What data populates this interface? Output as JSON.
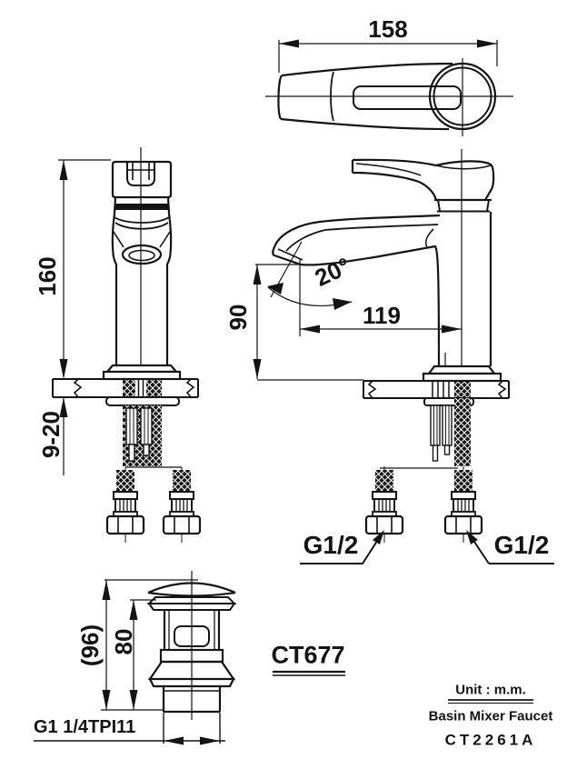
{
  "faucet_views": {
    "handle_length": "158",
    "total_height": "160",
    "deck_thickness": "9-20",
    "spout_angle": "20°",
    "spout_height": "90",
    "spout_reach": "119",
    "inlet_left": "G1/2",
    "inlet_right": "G1/2"
  },
  "drain_view": {
    "model": "CT677",
    "overall_height": "(96)",
    "body_height": "80",
    "thread": "G1 1/4TPI11"
  },
  "title_block": {
    "unit": "Unit : m.m.",
    "product": "Basin Mixer Faucet",
    "model": "CT2261A"
  },
  "colors": {
    "line": "#141414",
    "background": "#ffffff"
  }
}
